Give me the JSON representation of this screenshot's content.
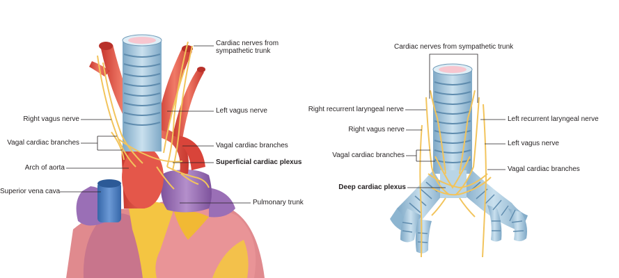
{
  "left_figure": {
    "labels": {
      "cardiac_nerves_line1": "Cardiac nerves from",
      "cardiac_nerves_line2": "sympathetic trunk",
      "right_vagus": "Right vagus nerve",
      "vagal_branches_left": "Vagal cardiac branches",
      "arch_of_aorta": "Arch of aorta",
      "superior_vena_cava": "Superior vena cava",
      "left_vagus": "Left vagus nerve",
      "vagal_branches_right": "Vagal cardiac branches",
      "superficial_plexus": "Superficial cardiac plexus",
      "pulmonary_trunk": "Pulmonary trunk"
    }
  },
  "right_figure": {
    "labels": {
      "cardiac_nerves": "Cardiac nerves from sympathetic trunk",
      "right_recurrent": "Right recurrent laryngeal nerve",
      "right_vagus": "Right vagus nerve",
      "vagal_branches_left": "Vagal cardiac branches",
      "deep_plexus": "Deep cardiac plexus",
      "left_recurrent": "Left recurrent laryngeal nerve",
      "left_vagus": "Left vagus nerve",
      "vagal_branches_right": "Vagal cardiac branches"
    }
  },
  "colors": {
    "trachea": "#a9c9dd",
    "trachea_ring": "#6f9ab8",
    "aorta": "#e5574a",
    "vena_cava": "#4a7fc0",
    "pulmonary": "#9b72b4",
    "nerve": "#f2c45c",
    "heart": "#e38b8f",
    "fat": "#f4c542"
  }
}
